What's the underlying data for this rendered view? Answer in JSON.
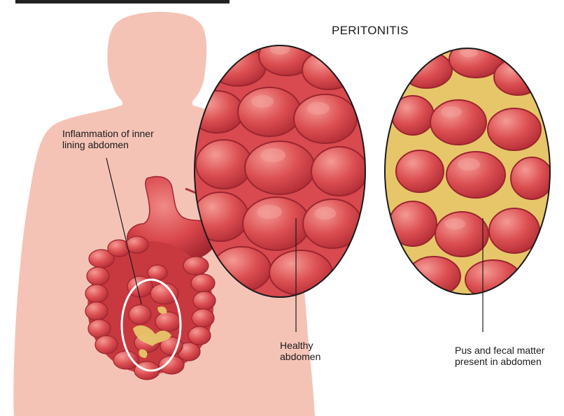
{
  "title": "PERITONITIS",
  "labels": {
    "inflammation": "Inflammation of inner\nlining abdomen",
    "healthy": "Healthy\nabdomen",
    "pus": "Pus and fecal matter\npresent in abdomen"
  },
  "colors": {
    "skin": "#f5c3b6",
    "intestine": "#d8454a",
    "intestine_dark": "#a32530",
    "intestine_light": "#ee7a78",
    "pus": "#e7c66a",
    "stomach": "#e0595a",
    "outline": "#1a1a1a",
    "highlight_ring": "#ffffff"
  }
}
